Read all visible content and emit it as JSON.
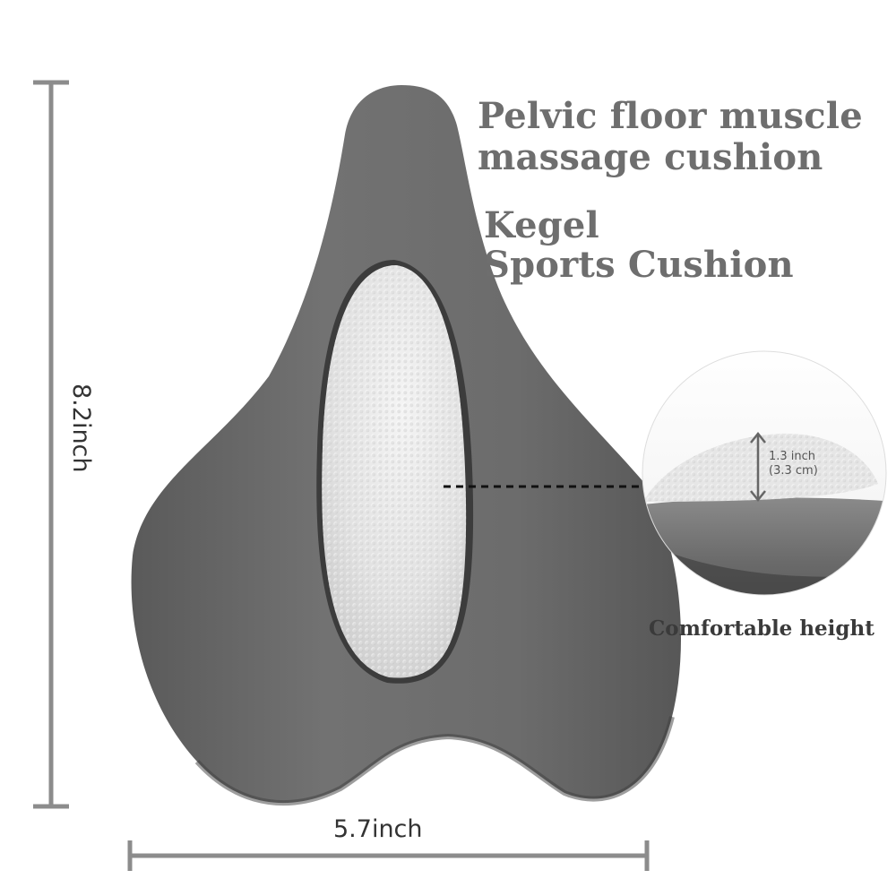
{
  "title": {
    "line1": "Pelvic floor muscle",
    "line2": "massage cushion",
    "line3": "Kegel",
    "line4": "Sports Cushion"
  },
  "dimensions": {
    "height": "8.2inch",
    "width": "5.7inch"
  },
  "inset": {
    "measure_in": "1.3 inch",
    "measure_cm": "(3.3 cm)",
    "caption": "Comfortable height"
  },
  "colors": {
    "cushion_body": "#6f6f6f",
    "cushion_pad": "#e8e8e8",
    "title_text": "#6e6e6e",
    "ruler": "#8c8c8c"
  }
}
